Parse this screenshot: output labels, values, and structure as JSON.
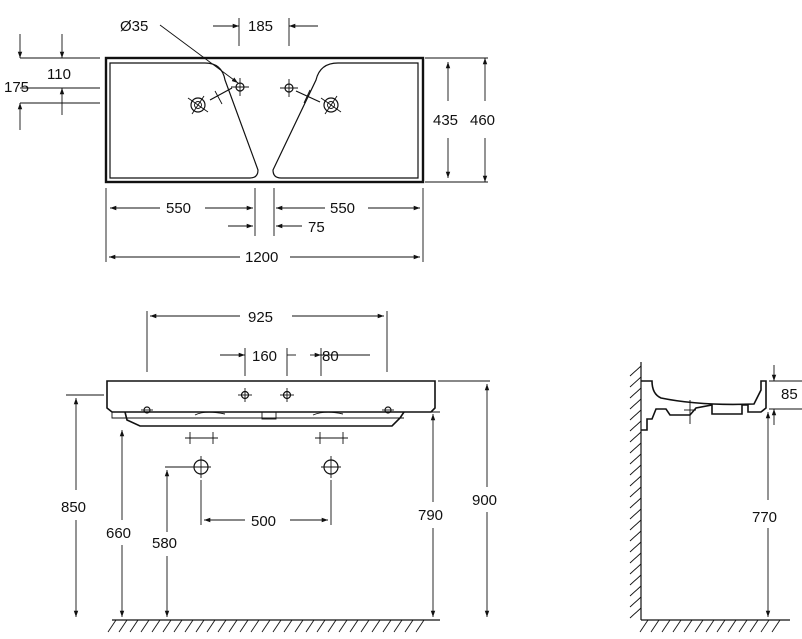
{
  "labels": {
    "hole_diameter": "Ø35",
    "tap_spacing_top": "185",
    "back_edge_offset": "110",
    "front_offset": "175",
    "inner_depth": "435",
    "total_depth": "460",
    "left_half": "550",
    "right_half": "550",
    "gap": "75",
    "total_width": "1200",
    "front_width": "925",
    "front_hole_dist": "160",
    "front_hole_sep": "80",
    "outlet_spacing": "500",
    "height_850": "850",
    "height_660": "660",
    "height_580": "580",
    "height_790": "790",
    "height_900": "900",
    "side_thickness": "85",
    "side_height": "770"
  }
}
